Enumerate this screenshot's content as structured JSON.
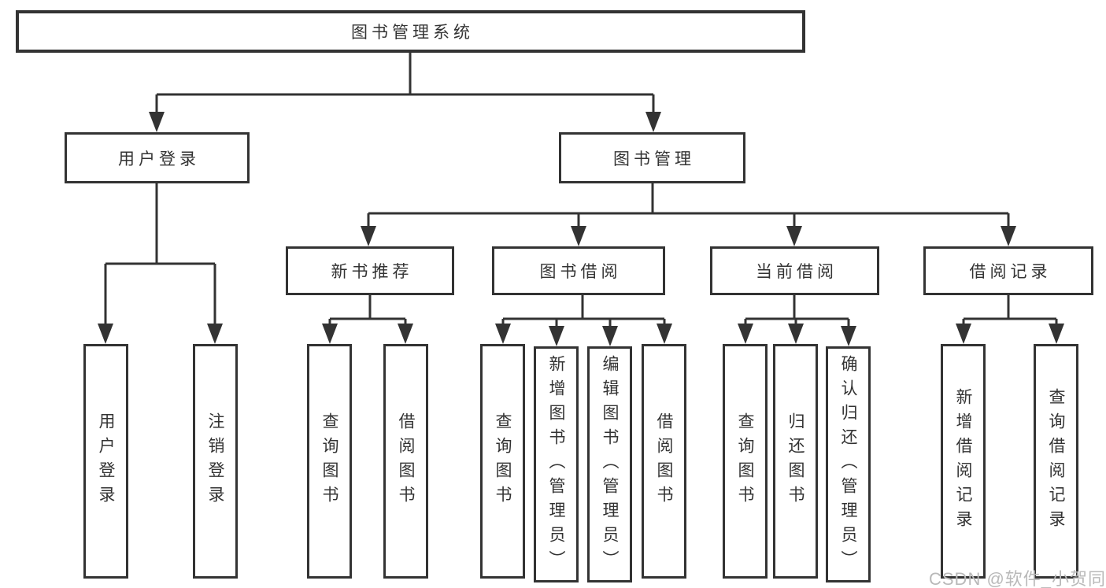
{
  "tree": {
    "root": {
      "label": "图书管理系统"
    },
    "children": [
      {
        "label": "用户登录",
        "children": [
          {
            "label": "用户登录"
          },
          {
            "label": "注销登录"
          }
        ]
      },
      {
        "label": "图书管理",
        "children": [
          {
            "label": "新书推荐",
            "children": [
              {
                "label": "查询图书"
              },
              {
                "label": "借阅图书"
              }
            ]
          },
          {
            "label": "图书借阅",
            "children": [
              {
                "label": "查询图书"
              },
              {
                "label": "新增图书（管理员）"
              },
              {
                "label": "编辑图书（管理员）"
              },
              {
                "label": "借阅图书"
              }
            ]
          },
          {
            "label": "当前借阅",
            "children": [
              {
                "label": "查询图书"
              },
              {
                "label": "归还图书"
              },
              {
                "label": "确认归还（管理员）"
              }
            ]
          },
          {
            "label": "借阅记录",
            "children": [
              {
                "label": "新增借阅记录"
              },
              {
                "label": "查询借阅记录"
              }
            ]
          }
        ]
      }
    ]
  },
  "watermark": {
    "text": "CSDN @软件_小贺同学"
  },
  "colors": {
    "background": "#ffffff",
    "line": "#333333",
    "box_border": "#333333",
    "box_fill": "#ffffff",
    "text": "#333333",
    "watermark": "#b9b9b9"
  }
}
